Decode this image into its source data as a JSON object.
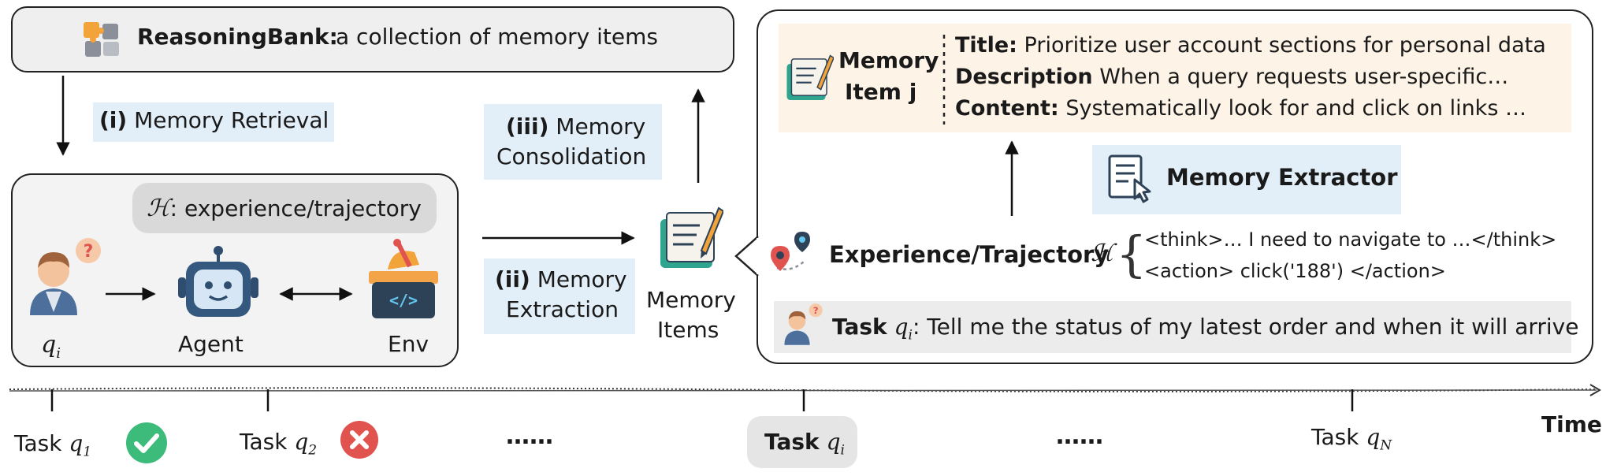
{
  "bank": {
    "title": "ReasoningBank:",
    "desc": "a collection of memory items"
  },
  "steps": {
    "retrieval_num": "(i)",
    "retrieval_label": "Memory Retrieval",
    "extraction_num": "(ii)",
    "extraction_l1": "Memory",
    "extraction_l2": "Extraction",
    "consolidation_num": "(iii)",
    "consolidation_l1": "Memory",
    "consolidation_l2": "Consolidation"
  },
  "loop": {
    "h_symbol": "ℋ",
    "h_label": ": experience/trajectory",
    "q_symbol": "q",
    "q_sub": "i",
    "agent_label": "Agent",
    "env_label": "Env"
  },
  "memory_items": {
    "l1": "Memory",
    "l2": "Items"
  },
  "detail": {
    "item_l1": "Memory",
    "item_l2": "Item j",
    "title_key": "Title:",
    "title_val": "Prioritize user account sections for personal data",
    "desc_key": "Description",
    "desc_val": "When a query requests user-specific…",
    "content_key": "Content:",
    "content_val": "Systematically look for and click on links …",
    "extractor": "Memory Extractor",
    "traj_label": "Experience/Trajectory",
    "traj_h": "ℋ",
    "think": "<think>… I need to navigate to …</think>",
    "action": "<action> click('188') </action>",
    "task_word": "Task",
    "task_q": "q",
    "task_sub": "i",
    "task_text": ": Tell me the status of my latest order and when it will arrive"
  },
  "timeline": {
    "time_label": "Time",
    "task_word": "Task",
    "q": "q",
    "sub1": "1",
    "sub2": "2",
    "subi": "i",
    "subN": "N",
    "dots": "……"
  },
  "colors": {
    "highlight_blue": "#e3eff8",
    "orange_bg": "#fdf3e6",
    "gray_bg": "#ececec",
    "check": "#3dbb7a",
    "cross": "#e0534f"
  }
}
